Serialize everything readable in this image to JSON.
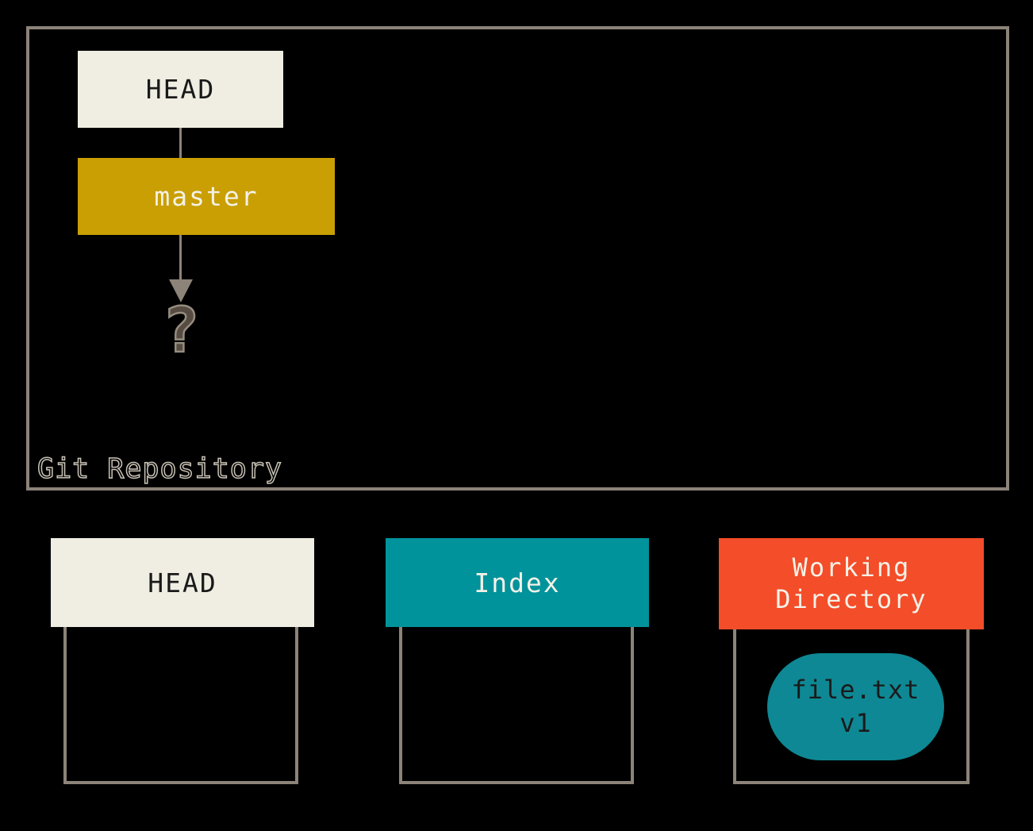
{
  "repository": {
    "label": "Git Repository",
    "head_box": "HEAD",
    "master_box": "master",
    "question_mark": "?"
  },
  "bottom_row": {
    "head": {
      "label": "HEAD"
    },
    "index": {
      "label": "Index"
    },
    "working_directory": {
      "label_line1": "Working",
      "label_line2": "Directory",
      "file_blob": {
        "name": "file.txt",
        "version": "v1"
      }
    }
  },
  "colors": {
    "background": "#000000",
    "border_gray": "#8C8379",
    "cream": "#F0EEE3",
    "gold": "#C99F04",
    "teal": "#00939B",
    "orange": "#F44D29",
    "pill_teal": "#0E8894",
    "text_dark": "#1A1A1A",
    "text_light": "#F4F1E7",
    "question_fill": "#564C42",
    "question_outline": "#968D80",
    "repo_label_outline": "#C9C2B6"
  }
}
